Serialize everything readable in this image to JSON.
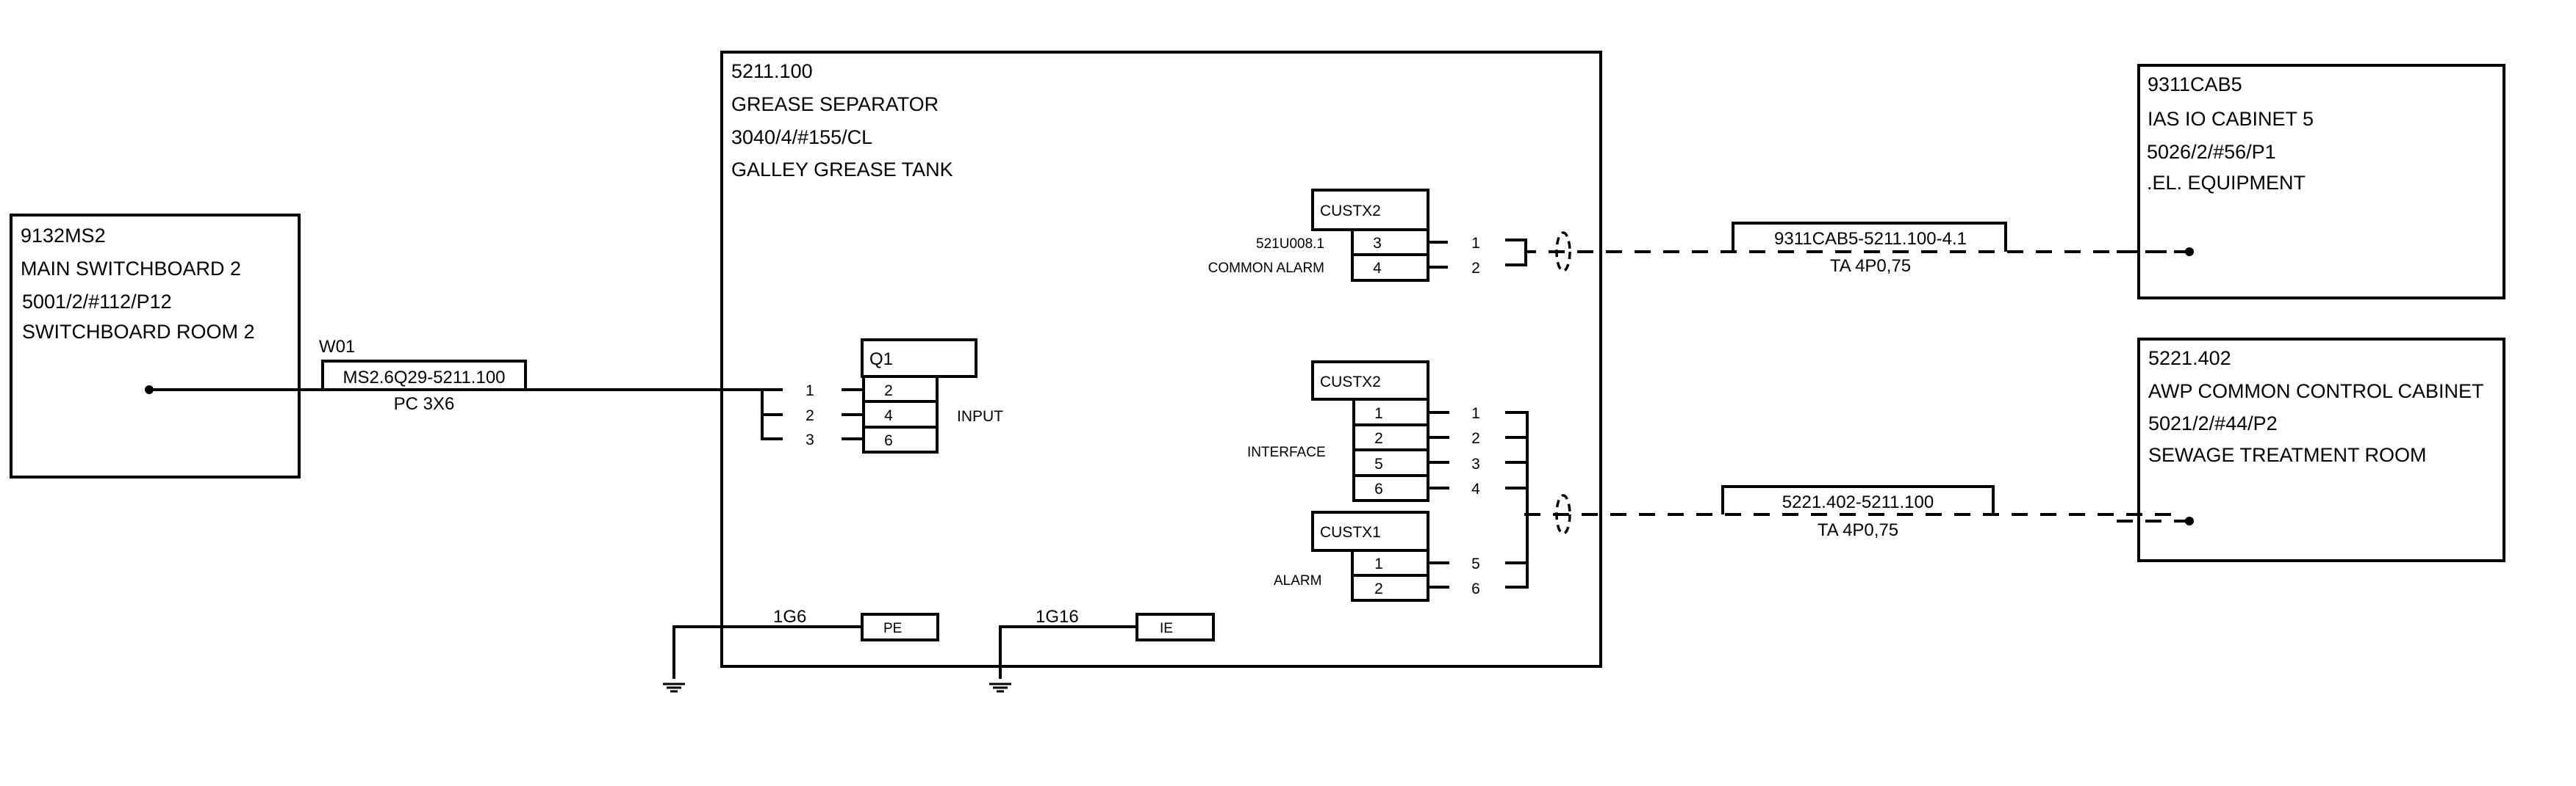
{
  "colors": {
    "line": "#000000",
    "background": "#ffffff"
  },
  "devices": {
    "main_switchboard": {
      "id": "9132MS2",
      "name": "MAIN SWITCHBOARD 2",
      "location_code": "5001/2/#112/P12",
      "room": "SWITCHBOARD ROOM 2"
    },
    "grease_separator": {
      "id": "5211.100",
      "name": "GREASE SEPARATOR",
      "location_code": "3040/4/#155/CL",
      "room": "GALLEY GREASE TANK"
    },
    "ias_cabinet": {
      "id": "9311CAB5",
      "name": "IAS IO CABINET 5",
      "location_code": "5026/2/#56/P1",
      "room": ".EL. EQUIPMENT"
    },
    "awp_cabinet": {
      "id": "5221.402",
      "name": "AWP COMMON CONTROL CABINET",
      "location_code": "5021/2/#44/P2",
      "room": "SEWAGE TREATMENT ROOM"
    }
  },
  "cables": {
    "w01": {
      "tag": "W01",
      "id": "MS2.6Q29-5211.100",
      "type": "PC 3X6",
      "cores": [
        "1",
        "2",
        "3"
      ]
    },
    "ias": {
      "id": "9311CAB5-5211.100-4.1",
      "type": "TA 4P0,75",
      "cores": [
        "1",
        "2"
      ]
    },
    "awp": {
      "id": "5221.402-5211.100",
      "type": "TA 4P0,75",
      "cores": [
        "1",
        "2",
        "3",
        "4",
        "5",
        "6"
      ]
    },
    "pe": {
      "id": "1G6"
    },
    "ie": {
      "id": "1G16"
    }
  },
  "terminals": {
    "q1": {
      "name": "Q1",
      "label": "INPUT",
      "pins": [
        "2",
        "4",
        "6"
      ]
    },
    "custx2_alarm": {
      "name": "CUSTX2",
      "label_line1": "521U008.1",
      "label_line2": "COMMON ALARM",
      "pins": [
        "3",
        "4"
      ]
    },
    "custx2_interface": {
      "name": "CUSTX2",
      "label": "INTERFACE",
      "pins": [
        "1",
        "2",
        "5",
        "6"
      ]
    },
    "custx1": {
      "name": "CUSTX1",
      "label": "ALARM",
      "pins": [
        "1",
        "2"
      ]
    },
    "pe": {
      "name": "PE"
    },
    "ie": {
      "name": "IE"
    }
  }
}
